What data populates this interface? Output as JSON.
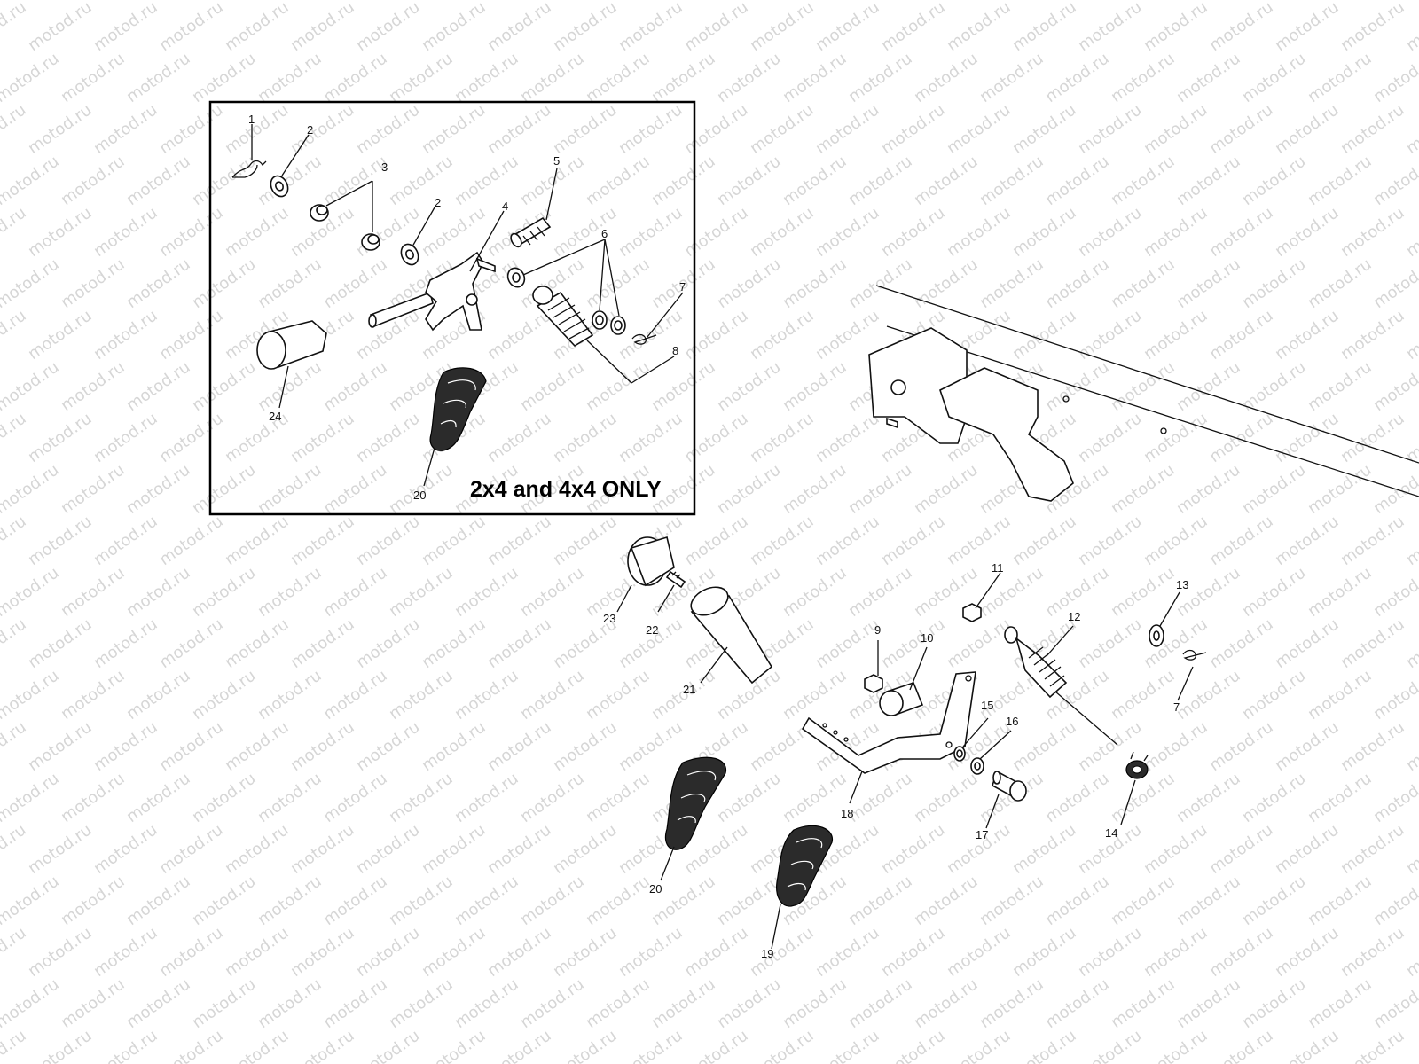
{
  "watermark": {
    "text": "motod.ru",
    "color": "#d6d6d6"
  },
  "inset": {
    "caption": "2x4 and 4x4 ONLY"
  },
  "callouts": {
    "c1": "1",
    "c2a": "2",
    "c2b": "2",
    "c3": "3",
    "c4": "4",
    "c5": "5",
    "c6": "6",
    "c7a": "7",
    "c8": "8",
    "c24": "24",
    "c20a": "20",
    "c23": "23",
    "c22": "22",
    "c21": "21",
    "c11": "11",
    "c9": "9",
    "c10": "10",
    "c12": "12",
    "c13": "13",
    "c7b": "7",
    "c15": "15",
    "c16": "16",
    "c14": "14",
    "c17": "17",
    "c18": "18",
    "c20b": "20",
    "c19": "19"
  }
}
